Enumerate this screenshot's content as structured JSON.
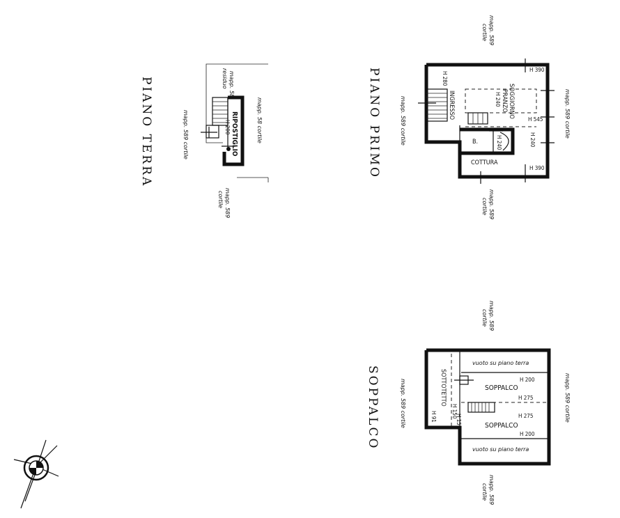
{
  "titles": {
    "piano_terra": "PIANO TERRA",
    "piano_primo": "PIANO PRIMO",
    "soppalco": "SOPPALCO"
  },
  "piano_terra": {
    "room": "RIPOSTIGLIO",
    "height": "H 200",
    "mapp_58_residuo": "mapp. 58",
    "residuo": "residuo",
    "mapp_58_cortile": "mapp. 58 cortile",
    "mapp_589_cortile_left": "mapp. 589 cortile",
    "mapp_589_bottom_a": "mapp. 589",
    "mapp_589_bottom_b": "cortile"
  },
  "piano_primo": {
    "top_mapp": "mapp. 589",
    "top_cortile": "cortile",
    "ingresso": "INGRESSO",
    "h_280": "H 280",
    "soggiorno": "SOGGIORNO",
    "pranzo": "PRANZO",
    "h_240_a": "H 240",
    "h_390_top": "H 390",
    "h_545": "H 545",
    "h_240_b": "H 240",
    "h_240_c": "H 240",
    "bagno": "B.",
    "cottura": "COTTURA",
    "h_390_bottom": "H 390",
    "right_mapp": "mapp. 589 cortile",
    "left_mapp": "mapp. 589 cortile",
    "bottom_mapp": "mapp. 589",
    "bottom_cortile": "cortile"
  },
  "soppalco": {
    "top_mapp": "mapp. 589",
    "top_cortile": "cortile",
    "vuoto_top": "vuoto su piano terra",
    "sottotetto": "SOTTOTETTO",
    "h_91": "H 91",
    "h_150": "H 150",
    "h_150b": "H 150",
    "soppalco_a": "SOPPALCO",
    "h_200_a": "H 200",
    "h_275_a": "H 275",
    "soppalco_b": "SOPPALCO",
    "h_275_b": "H 275",
    "h_200_b": "H 200",
    "vuoto_bottom": "vuoto su piano terra",
    "left_mapp": "mapp. 589 cortile",
    "right_mapp": "mapp. 589 cortile",
    "bottom_mapp": "mapp. 589",
    "bottom_cortile": "cortile"
  }
}
